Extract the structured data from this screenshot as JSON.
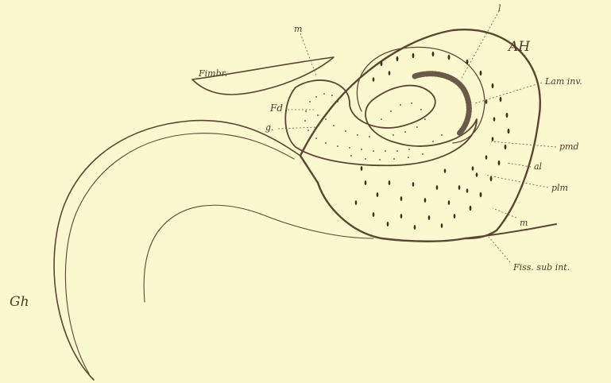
{
  "labels": {
    "fimbr": "Fimbr.",
    "m_top": "m",
    "l": "l",
    "ah": "AH",
    "lam_inv": "Lam inv.",
    "fd": "Fd",
    "g": "g.",
    "pmd": "pmd",
    "al": "al",
    "plm": "plm",
    "m_right": "m",
    "fiss_sub_int": "Fiss. sub int.",
    "gh": "Gh"
  },
  "colors": {
    "background": "#fbf7cf",
    "ink": "#5a4630",
    "fill": "#f4efc6"
  }
}
